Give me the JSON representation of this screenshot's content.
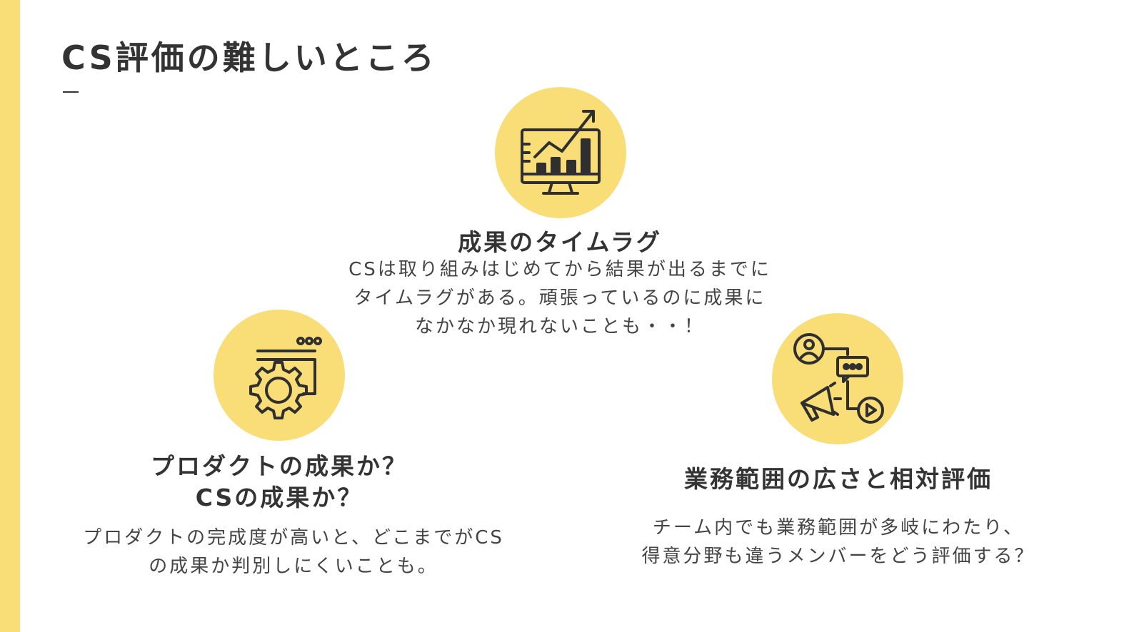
{
  "page": {
    "title": "CS評価の難しいところ"
  },
  "sections": [
    {
      "icon": "chart-growth-icon",
      "heading_lines": [
        "成果のタイムラグ"
      ],
      "body_lines": [
        "CSは取り組みはじめてから結果が出るまでに",
        "タイムラグがある。頑張っているのに成果に",
        "なかなか現れないことも・・！"
      ]
    },
    {
      "icon": "gear-window-icon",
      "heading_lines": [
        "プロダクトの成果か？",
        "CSの成果か？"
      ],
      "body_lines": [
        "プロダクトの完成度が高いと、どこまでがCS",
        "の成果か判別しにくいことも。"
      ]
    },
    {
      "icon": "marketing-network-icon",
      "heading_lines": [
        "業務範囲の広さと相対評価"
      ],
      "body_lines": [
        "チーム内でも業務範囲が多岐にわたり、",
        "得意分野も違うメンバーをどう評価する？"
      ]
    }
  ],
  "colors": {
    "accent": "#f9dd76",
    "text": "#333333"
  }
}
